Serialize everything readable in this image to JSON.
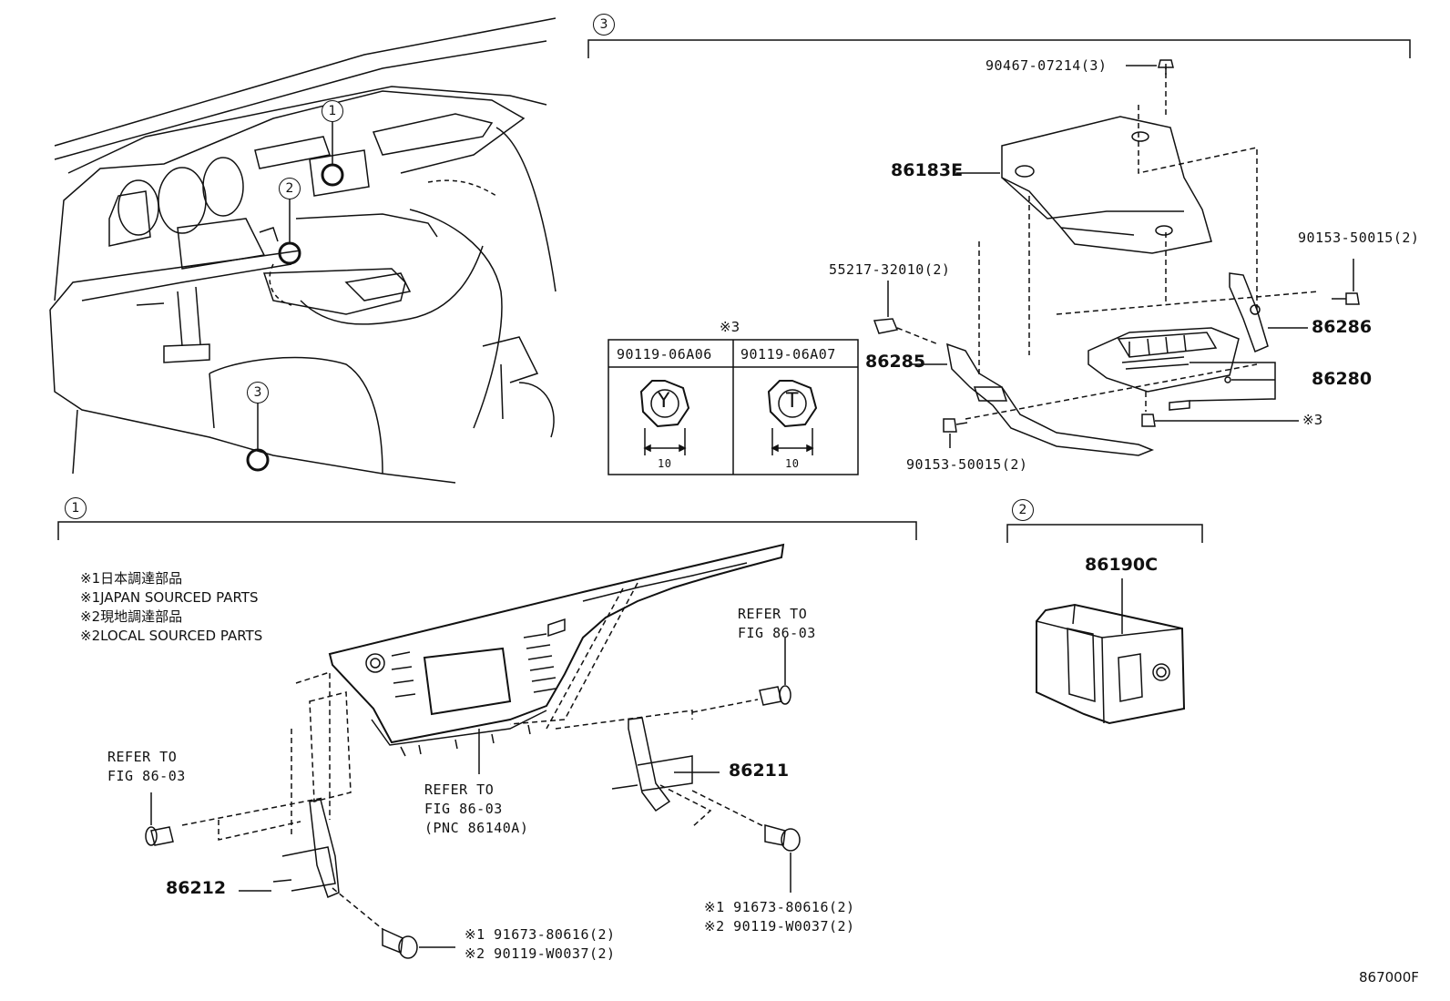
{
  "section_markers": [
    "1",
    "2",
    "3"
  ],
  "labels": {
    "p_90467": "90467-07214(3)",
    "p_86183E": "86183E",
    "p_90153_r": "90153-50015(2)",
    "p_55217": "55217-32010(2)",
    "p_86286": "86286",
    "p_86285": "86285",
    "p_86280": "86280",
    "p_x3_bolt": "※3",
    "p_90153_l": "90153-50015(2)",
    "p_86190C": "86190C",
    "p_86211": "86211",
    "p_86212": "86212",
    "ref_right": [
      "REFER TO",
      "FIG 86-03"
    ],
    "ref_left": [
      "REFER TO",
      "FIG 86-03"
    ],
    "ref_center": [
      "REFER TO",
      "FIG 86-03",
      "(PNC 86140A)"
    ],
    "bolt_right": [
      "※1  91673-80616(2)",
      "※2  90119-W0037(2)"
    ],
    "bolt_left": [
      "※1  91673-80616(2)",
      "※2  90119-W0037(2)"
    ],
    "footer_code": "867000F"
  },
  "notes": [
    "※1日本調達部品",
    "※1JAPAN SOURCED PARTS",
    "※2現地調達部品",
    "※2LOCAL SOURCED PARTS"
  ],
  "nut_table": {
    "marker": "※3",
    "columns": [
      "90119-06A06",
      "90119-06A07"
    ],
    "letters": [
      "Y",
      "T"
    ],
    "dimension": "10"
  }
}
